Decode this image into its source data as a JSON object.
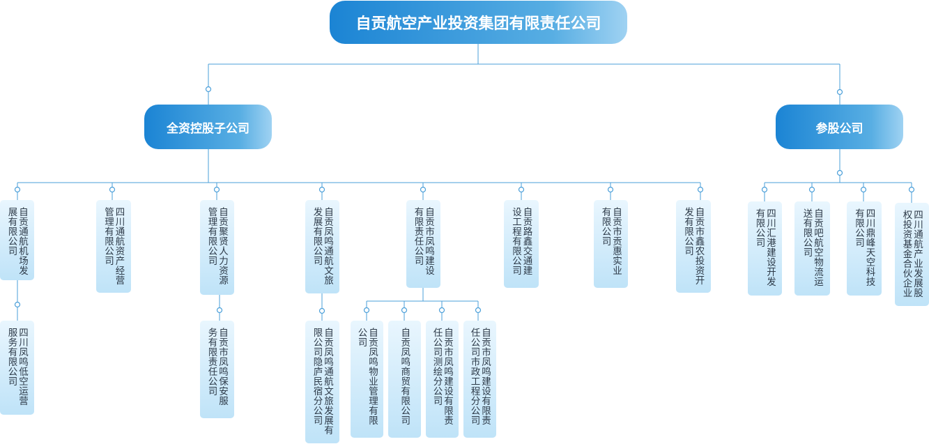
{
  "root": {
    "label": "自贡航空产业投资集团有限责任公司"
  },
  "groups": {
    "wholly_owned": {
      "label": "全资控股子公司"
    },
    "equity": {
      "label": "参股公司"
    }
  },
  "companies": [
    {
      "text": "自贡通航机场发展有限公司"
    },
    {
      "text": "四川通航资产经营管理有限公司"
    },
    {
      "text": "自贡聚贤人力资源管理有限公司"
    },
    {
      "text": "自贡凤鸣通航文旅发展有限公司"
    },
    {
      "text": "自贡市凤鸣建设有限责任公司"
    },
    {
      "text": "自贡路鑫交通建设工程有限公司"
    },
    {
      "text": "自贡市贡惠实业有限公司"
    },
    {
      "text": "自贡市鑫农投资开发有限公司"
    }
  ],
  "subsidiaries": {
    "airport": {
      "text": "四川凤鸣低空运营服务有限公司"
    },
    "hr": {
      "text": "自贡市凤鸣保安服务有限责任公司"
    },
    "travel": {
      "text": "自贡凤鸣通航文旅发展有限公司隐庐民宿分公司"
    },
    "construction": [
      {
        "text": "自贡凤鸣物业管理有限公司"
      },
      {
        "text": "自贡凤鸣商贸有限公司"
      },
      {
        "text": "自贡市凤鸣建设有限责任公司测绘分公司"
      },
      {
        "text": "自贡市凤鸣建设有限责任公司市政工程分公司"
      }
    ]
  },
  "equity_companies": [
    {
      "text": "四川汇港建设开发有限公司"
    },
    {
      "text": "自贡吧航空物流运送有限公司"
    },
    {
      "text": "四川鼎峰天空科技有限公司"
    },
    {
      "text": "四川通航产业发展股权投资基金合伙企业"
    }
  ],
  "colors": {
    "line": "#4a9fd9",
    "pill_start": "#1b84d4",
    "pill_end": "#9fd2f2",
    "card_top": "#e9f6fe",
    "card_bottom": "#bfe3f8"
  }
}
